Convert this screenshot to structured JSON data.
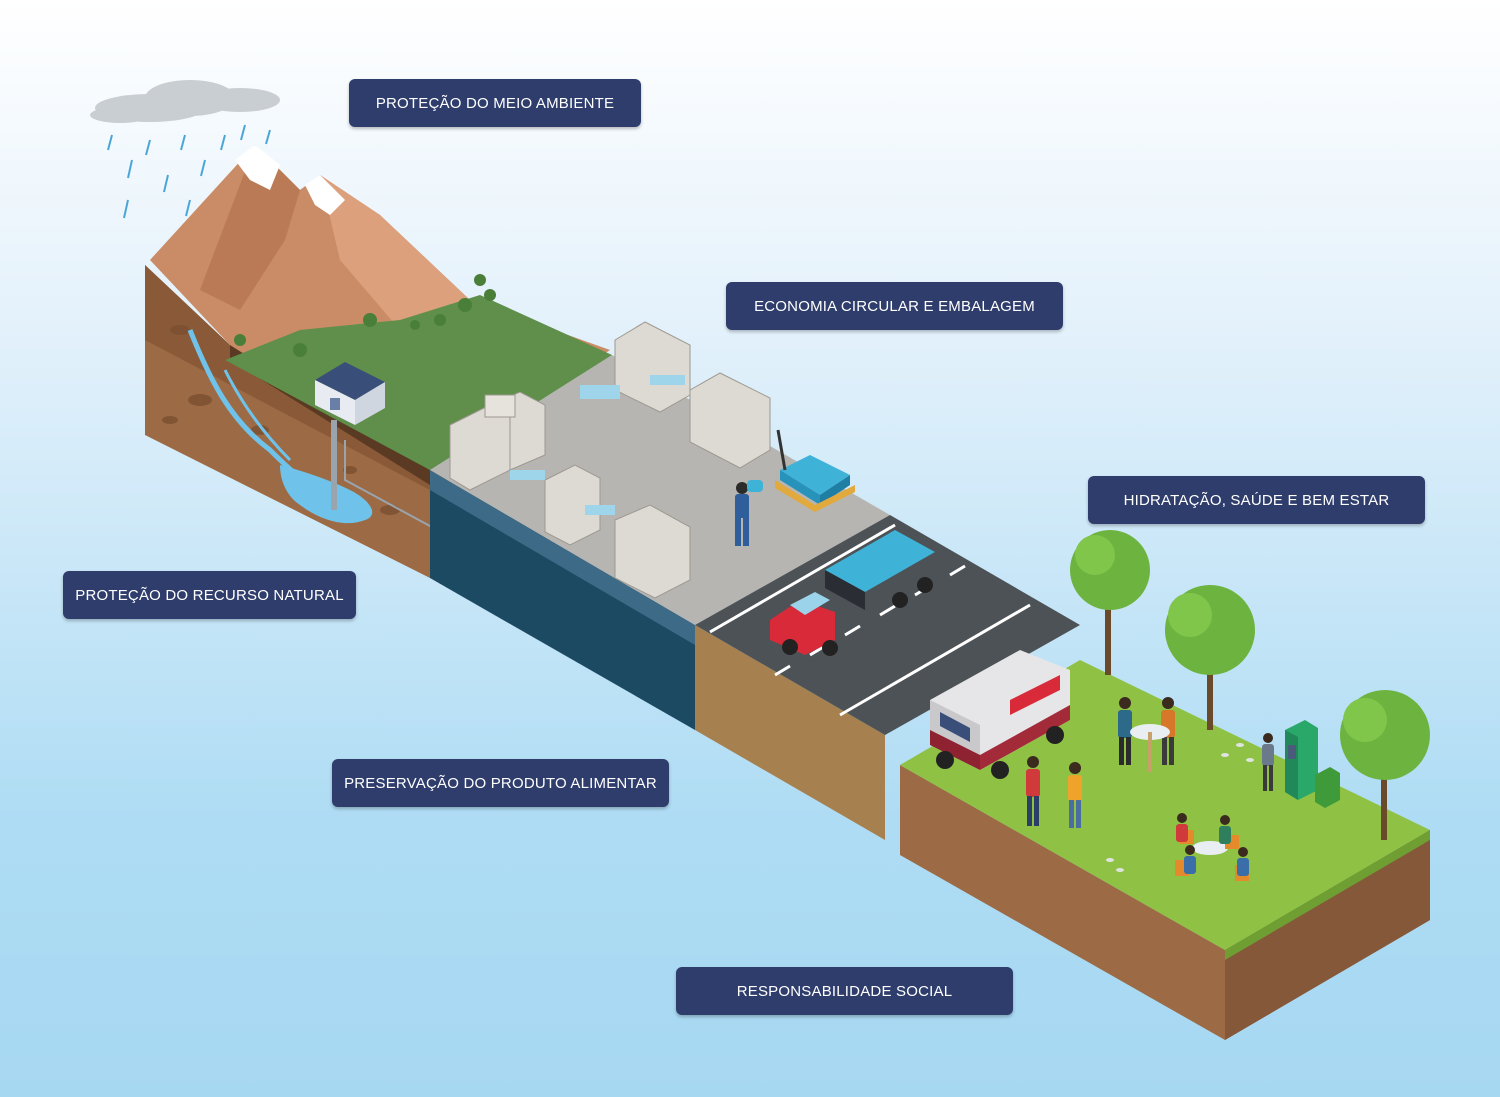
{
  "labels": {
    "environment": "PROTEÇÃO DO MEIO AMBIENTE",
    "circular_economy": "ECONOMIA CIRCULAR E EMBALAGEM",
    "hydration": "HIDRATAÇÃO, SAÚDE E BEM ESTAR",
    "natural_resource": "PROTEÇÃO DO RECURSO NATURAL",
    "food_preservation": "PRESERVAÇÃO DO PRODUTO ALIMENTAR",
    "social_responsibility": "RESPONSABILIDADE SOCIAL"
  },
  "colors": {
    "label_bg": "#2f3d6c",
    "label_text": "#ffffff",
    "grass": "#5f8f4a",
    "park_grass": "#8fc244",
    "soil": "#9c6b45",
    "water_block": "#1c4a63",
    "road": "#4d5256",
    "factory_floor": "#b7b5b1",
    "truck_red": "#d92a3a"
  },
  "icons": [
    "cloud-icon",
    "mountain-icon",
    "house-icon",
    "factory-machine-icon",
    "worker-icon",
    "pallet-icon",
    "truck-icon",
    "food-truck-icon",
    "tree-icon",
    "person-icon",
    "vending-machine-icon",
    "recycle-bin-icon"
  ]
}
